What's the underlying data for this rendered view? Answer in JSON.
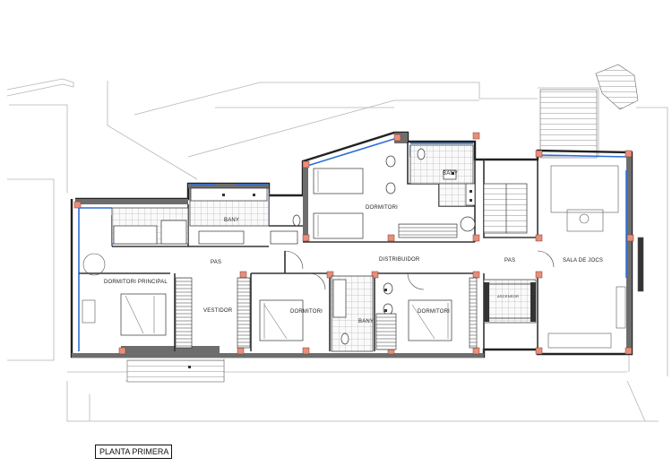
{
  "plan": {
    "title": "PLANTA PRIMERA",
    "rooms": {
      "bany_1": "BANY",
      "bany_2": "BANY",
      "bany_3": "BANY",
      "dormitori_top": "DORMITORI",
      "dormitori_principal": "DORMITORI PRINCIPAL",
      "vestidor": "VESTIDOR",
      "dormitori_mid": "DORMITORI",
      "dormitori_right": "DORMITORI",
      "distribuidor": "DISTRIBUIDOR",
      "pas_left": "PAS",
      "pas_right": "PAS",
      "sala_jocs": "SALA DE JOCS",
      "ascensor": "ASCENSOR"
    }
  }
}
